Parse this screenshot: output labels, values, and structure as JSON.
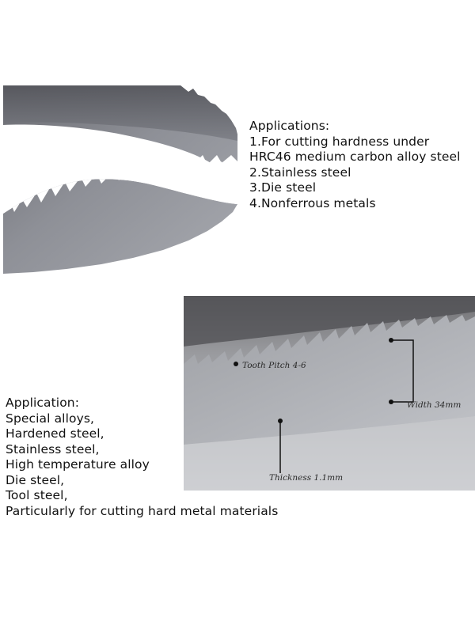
{
  "blade_curve_photo": {
    "alt": "bi-metal band saw blade"
  },
  "applications_1": {
    "heading": "Applications:",
    "items": [
      "1.For cutting hardness under",
      "HRC46 medium carbon alloy steel",
      "2.Stainless steel",
      "3.Die steel",
      "4.Nonferrous metals"
    ]
  },
  "blade_closeup_photo": {
    "labels": {
      "tooth_pitch": "Tooth Pitch 4-6",
      "width": "Width 34mm",
      "thickness": "Thickness 1.1mm"
    }
  },
  "applications_2": {
    "heading": "Application:",
    "items": [
      "Special alloys,",
      "Hardened steel,",
      "Stainless steel,",
      "High temperature alloy",
      "Die steel,",
      "Tool steel,",
      "Particularly for cutting hard metal materials"
    ]
  },
  "colors": {
    "steel_dark": "#5f6066",
    "steel_light": "#a9abb2",
    "text": "#111111"
  }
}
